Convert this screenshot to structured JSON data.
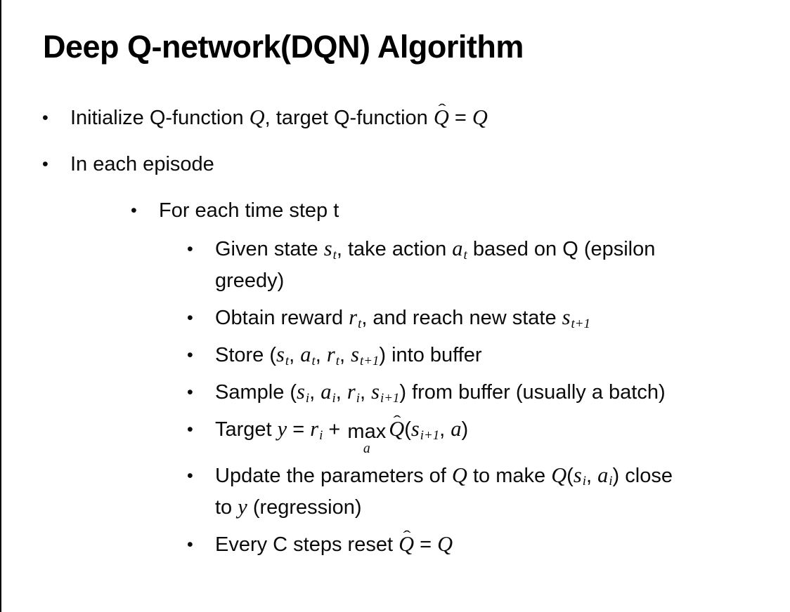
{
  "slide": {
    "title": "Deep Q-network(DQN) Algorithm",
    "bullet_char": "•",
    "bullets": [
      {
        "level": 1,
        "segments": [
          {
            "t": "Initialize Q-function "
          },
          {
            "m": "Q"
          },
          {
            "t": ", target Q-function "
          },
          {
            "m": "Q",
            "hat": true
          },
          {
            "t": " = "
          },
          {
            "m": "Q"
          }
        ]
      },
      {
        "level": 1,
        "segments": [
          {
            "t": "In each episode"
          }
        ]
      },
      {
        "level": 2,
        "segments": [
          {
            "t": "For each time step t"
          }
        ]
      },
      {
        "level": 3,
        "segments": [
          {
            "t": "Given state "
          },
          {
            "m": "s",
            "sub": "t"
          },
          {
            "t": ", take action "
          },
          {
            "m": "a",
            "sub": "t"
          },
          {
            "t": " based on Q (epsilon"
          },
          {
            "br": true
          },
          {
            "t": "greedy)"
          }
        ]
      },
      {
        "level": 3,
        "segments": [
          {
            "t": "Obtain reward "
          },
          {
            "m": "r",
            "sub": "t"
          },
          {
            "t": ", and reach new state "
          },
          {
            "m": "s",
            "sub": "t+1"
          }
        ]
      },
      {
        "level": 3,
        "segments": [
          {
            "t": "Store ("
          },
          {
            "m": "s",
            "sub": "t"
          },
          {
            "t": ", "
          },
          {
            "m": "a",
            "sub": "t"
          },
          {
            "t": ", "
          },
          {
            "m": "r",
            "sub": "t"
          },
          {
            "t": ", "
          },
          {
            "m": "s",
            "sub": "t+1"
          },
          {
            "t": ") into buffer"
          }
        ]
      },
      {
        "level": 3,
        "segments": [
          {
            "t": "Sample ("
          },
          {
            "m": "s",
            "sub": "i"
          },
          {
            "t": ", "
          },
          {
            "m": "a",
            "sub": "i"
          },
          {
            "t": ", "
          },
          {
            "m": "r",
            "sub": "i"
          },
          {
            "t": ", "
          },
          {
            "m": "s",
            "sub": "i+1"
          },
          {
            "t": ") from buffer (usually a batch)"
          }
        ]
      },
      {
        "level": 3,
        "segments": [
          {
            "t": "Target "
          },
          {
            "m": "y"
          },
          {
            "t": " = "
          },
          {
            "m": "r",
            "sub": "i"
          },
          {
            "t": " + "
          },
          {
            "limop": {
              "op": "max",
              "under": "a"
            }
          },
          {
            "m": "Q",
            "hat": true
          },
          {
            "t": "("
          },
          {
            "m": "s",
            "sub": "i+1"
          },
          {
            "t": ", "
          },
          {
            "m": "a"
          },
          {
            "t": ")"
          }
        ]
      },
      {
        "level": 3,
        "segments": [
          {
            "t": "Update the parameters of "
          },
          {
            "m": "Q"
          },
          {
            "t": " to make "
          },
          {
            "m": "Q"
          },
          {
            "t": "("
          },
          {
            "m": "s",
            "sub": "i"
          },
          {
            "t": ", "
          },
          {
            "m": "a",
            "sub": "i"
          },
          {
            "t": ") close"
          },
          {
            "br": true
          },
          {
            "t": "to "
          },
          {
            "m": "y"
          },
          {
            "t": " (regression)"
          }
        ]
      },
      {
        "level": 3,
        "segments": [
          {
            "t": "Every C steps reset "
          },
          {
            "m": "Q",
            "hat": true
          },
          {
            "t": " = "
          },
          {
            "m": "Q"
          }
        ]
      }
    ]
  },
  "colors": {
    "background": "#ffffff",
    "text": "#000000",
    "left_border": "#000000"
  }
}
